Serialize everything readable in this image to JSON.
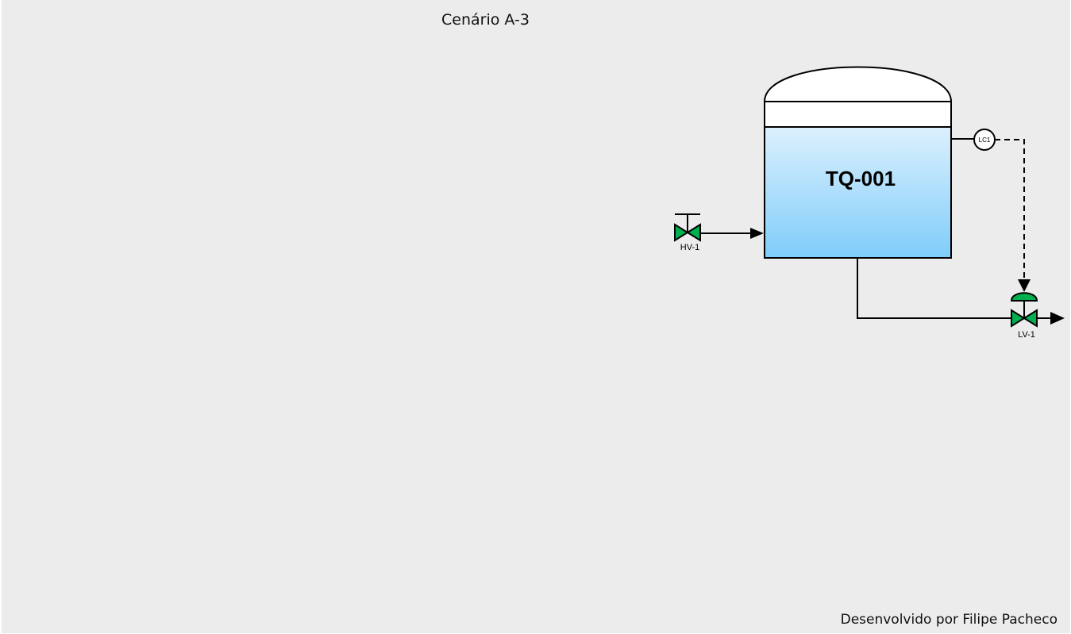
{
  "diagram": {
    "title": "Cenário A-3",
    "credit": "Desenvolvido por Filipe Pacheco",
    "tank": {
      "tag": "TQ-001"
    },
    "controller": {
      "tag": "LC1"
    },
    "inlet_valve": {
      "tag": "HV-1",
      "icon": "manual-valve-icon"
    },
    "outlet_valve": {
      "tag": "LV-1",
      "icon": "control-valve-icon"
    },
    "colors": {
      "background": "#ececec",
      "valve_fill": "#00b050",
      "liquid_top": "#dcf0fd",
      "liquid_bottom": "#7fcdfa",
      "line": "#000000"
    }
  }
}
